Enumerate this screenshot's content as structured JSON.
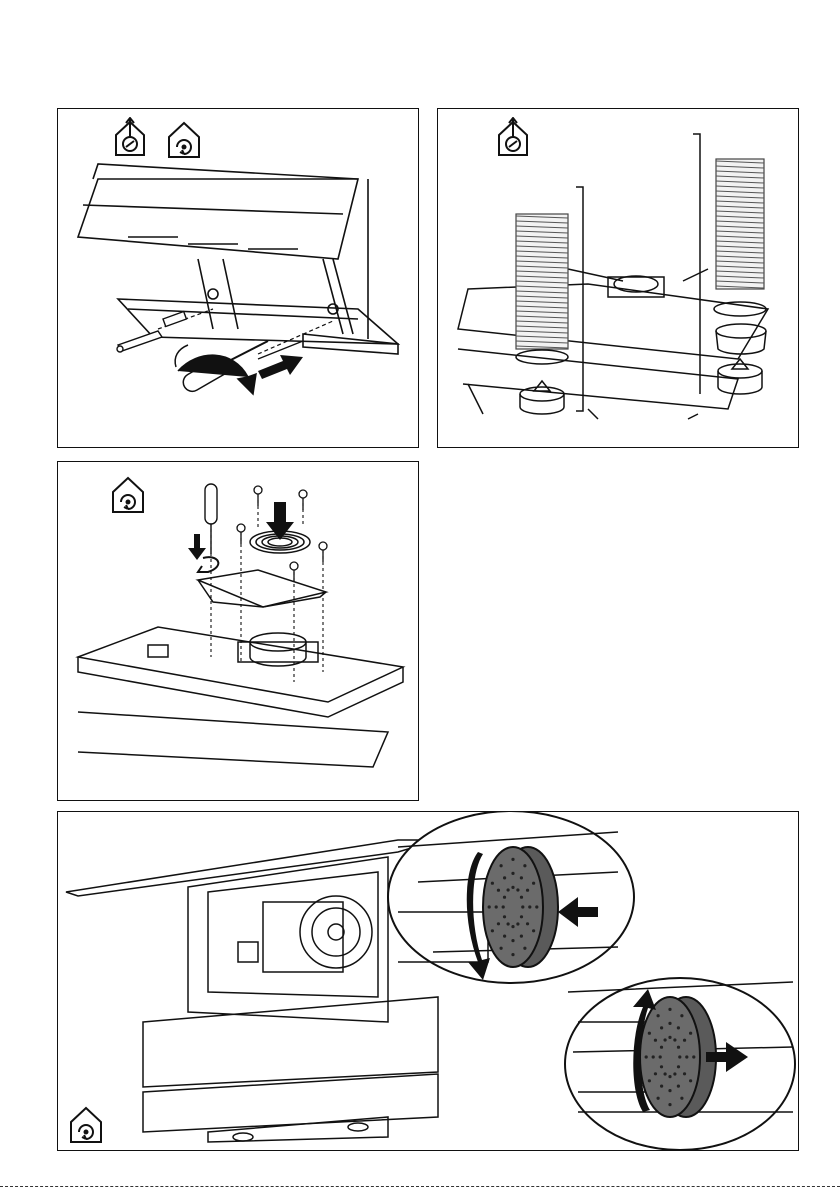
{
  "page": {
    "panels": [
      {
        "id": "panel-1",
        "icons": [
          "ducted-mode-icon",
          "recirculation-mode-icon"
        ],
        "step": "mounting-bracket-screws"
      },
      {
        "id": "panel-2",
        "icons": [
          "ducted-mode-icon"
        ],
        "step": "attach-duct-hose"
      },
      {
        "id": "panel-3",
        "icons": [
          "recirculation-mode-icon"
        ],
        "step": "install-deflector-grille"
      },
      {
        "id": "panel-4",
        "icons": [
          "recirculation-mode-icon"
        ],
        "step": "fit-carbon-filter"
      }
    ]
  },
  "colors": {
    "line": "#111111",
    "filter_dark": "#555555",
    "arrow": "#111111",
    "background": "#ffffff"
  }
}
